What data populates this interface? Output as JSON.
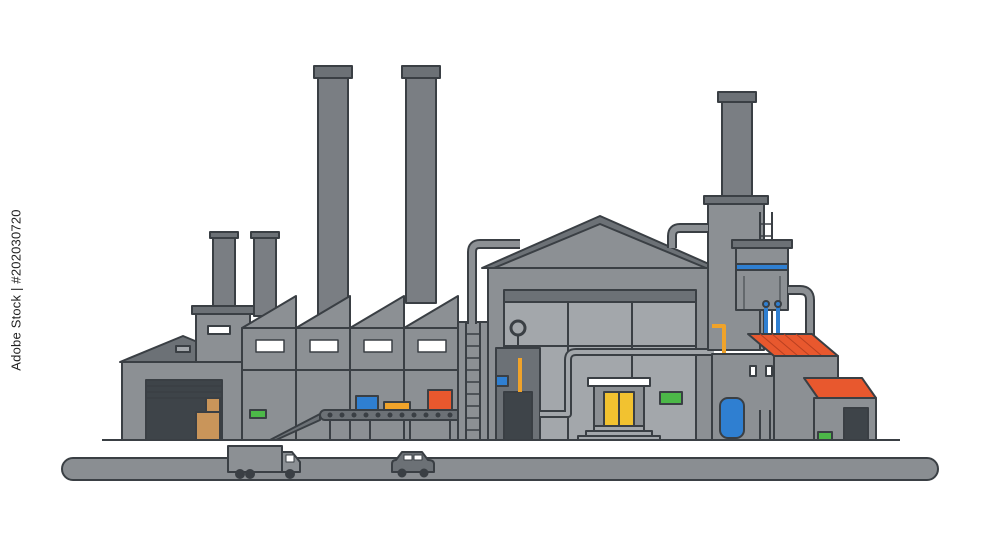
{
  "watermark": {
    "text": "Adobe Stock | #202030720",
    "color": "#222222"
  },
  "colors": {
    "outline": "#3a3f44",
    "wall": "#8c9094",
    "wall_light": "#a3a7ab",
    "roof": "#6c7176",
    "chimney": "#7a7e83",
    "road": "#8a8e92",
    "accent_red": "#e8582e",
    "accent_blue": "#2f7fd1",
    "accent_orange": "#f0a32a",
    "accent_green": "#4cb848",
    "door_yellow": "#f2c230",
    "box_tan": "#c9955a"
  },
  "icons": [
    "factory",
    "chimney-stack",
    "warehouse",
    "truck",
    "car",
    "conveyor-belt",
    "storage-tank"
  ]
}
